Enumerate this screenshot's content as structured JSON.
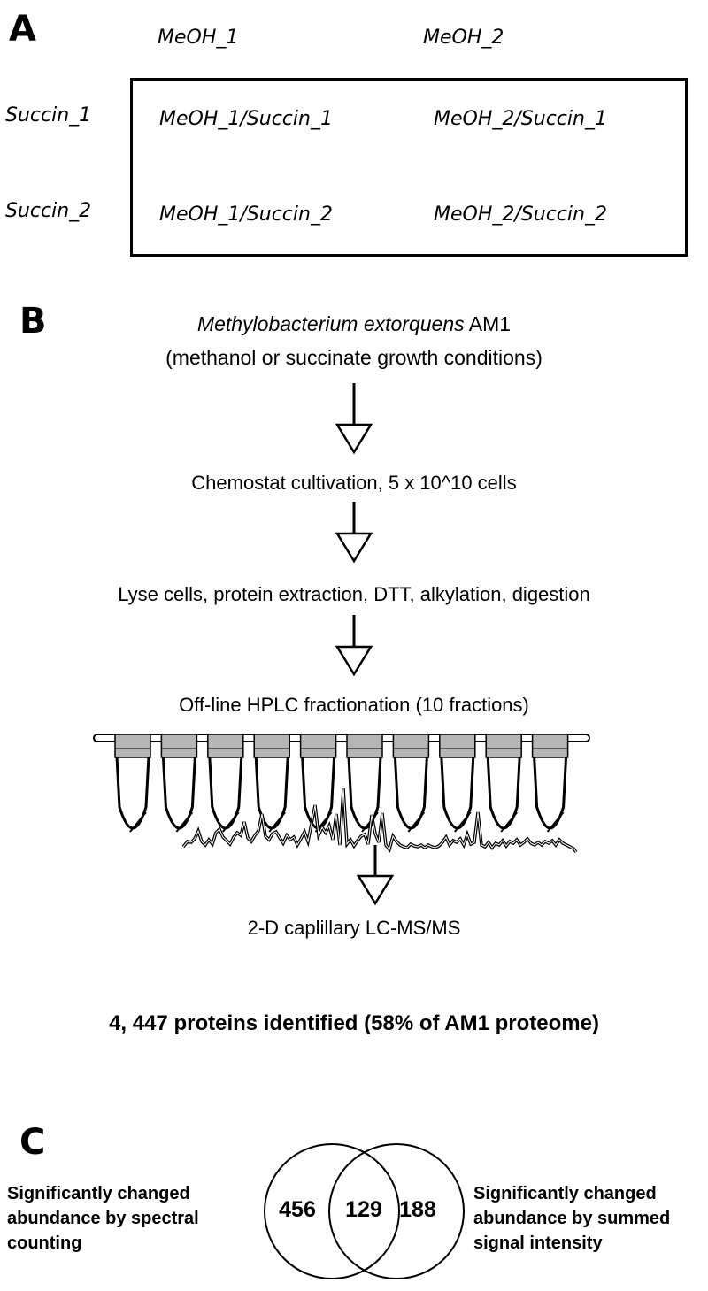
{
  "panel_a": {
    "letter": "A",
    "col_headers": [
      "MeOH_1",
      "MeOH_2"
    ],
    "row_headers": [
      "Succin_1",
      "Succin_2"
    ],
    "cells": [
      [
        "MeOH_1/Succin_1",
        "MeOH_2/Succin_1"
      ],
      [
        "MeOH_1/Succin_2",
        "MeOH_2/Succin_2"
      ]
    ]
  },
  "panel_b": {
    "letter": "B",
    "organism_italic": "Methylobacterium extorquens",
    "organism_strain": " AM1",
    "conditions": "(methanol or succinate growth conditions)",
    "steps": [
      "Chemostat cultivation, 5 x 10^10 cells",
      "Lyse cells, protein extraction, DTT, alkylation, digestion",
      "Off-line HPLC fractionation (10 fractions)",
      "2-D caplillary LC-MS/MS"
    ],
    "tube_count": 10,
    "result": "4, 447 proteins identified (58% of AM1 proteome)"
  },
  "panel_c": {
    "letter": "C",
    "left_label": [
      "Significantly changed",
      "abundance by spectral",
      "counting"
    ],
    "right_label": [
      "Significantly changed",
      "abundance by summed",
      "signal intensity"
    ],
    "left_only": "456",
    "both": "129",
    "right_only": "188"
  }
}
